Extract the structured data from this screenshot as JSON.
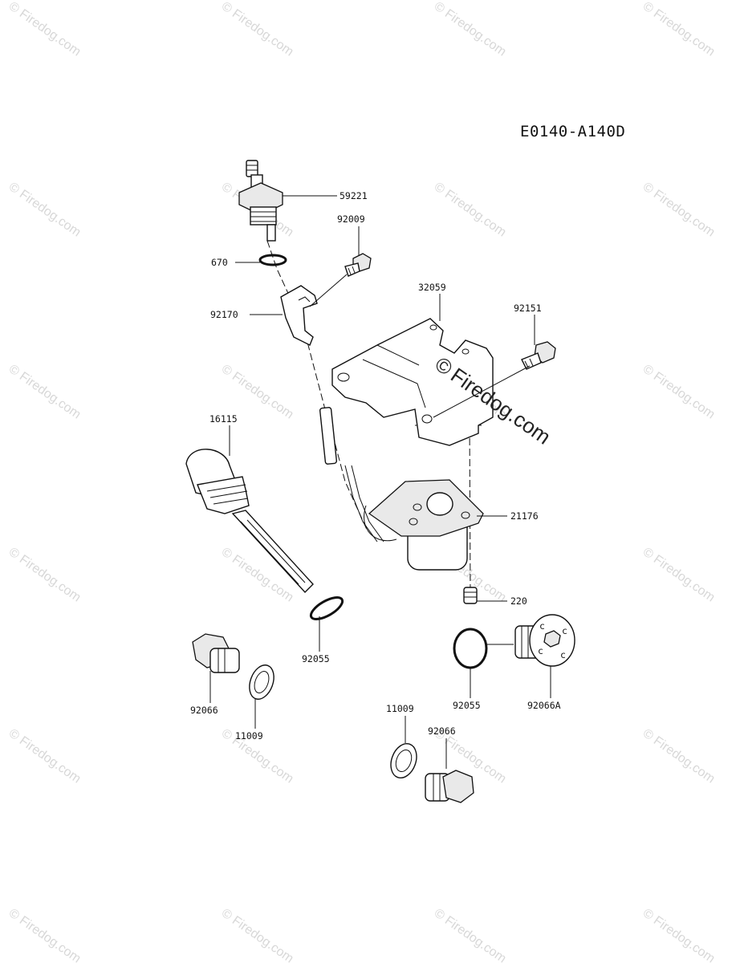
{
  "diagram_code": "E0140-A140D",
  "watermark": {
    "text": "Firedog.com",
    "symbol": "©",
    "color": "#d8d8d8"
  },
  "callouts": [
    {
      "id": "59221",
      "label": "59221"
    },
    {
      "id": "92009",
      "label": "92009"
    },
    {
      "id": "670",
      "label": "670"
    },
    {
      "id": "92170",
      "label": "92170"
    },
    {
      "id": "32059",
      "label": "32059"
    },
    {
      "id": "92151",
      "label": "92151"
    },
    {
      "id": "16115",
      "label": "16115"
    },
    {
      "id": "21176",
      "label": "21176"
    },
    {
      "id": "220",
      "label": "220"
    },
    {
      "id": "92055-left",
      "label": "92055"
    },
    {
      "id": "92066-left",
      "label": "92066"
    },
    {
      "id": "11009-left",
      "label": "11009"
    },
    {
      "id": "92055-right",
      "label": "92055"
    },
    {
      "id": "92066A",
      "label": "92066A"
    },
    {
      "id": "11009-lower",
      "label": "11009"
    },
    {
      "id": "92066-lower",
      "label": "92066"
    }
  ]
}
